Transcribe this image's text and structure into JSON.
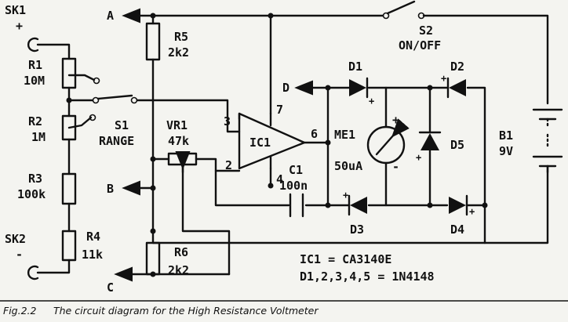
{
  "labels": {
    "sk1": "SK1",
    "sk1_plus": "+",
    "sk2": "SK2",
    "sk2_minus": "-",
    "r1_name": "R1",
    "r1_value": "10M",
    "r2_name": "R2",
    "r2_value": "1M",
    "r3_name": "R3",
    "r3_value": "100k",
    "r4_name": "R4",
    "r4_value": "11k",
    "s1_name": "S1",
    "s1_desc": "RANGE",
    "vr1_name": "VR1",
    "vr1_value": "47k",
    "r5_name": "R5",
    "r5_value": "2k2",
    "r6_name": "R6",
    "r6_value": "2k2",
    "ic1": "IC1",
    "pin2": "2",
    "pin3": "3",
    "pin4": "4",
    "pin6": "6",
    "pin7": "7",
    "c1_name": "C1",
    "c1_value": "100n",
    "me1_name": "ME1",
    "me1_value": "50uA",
    "me1_plus": "+",
    "me1_minus": "-",
    "d1": "D1",
    "d2": "D2",
    "d3": "D3",
    "d4": "D4",
    "d5": "D5",
    "s2_name": "S2",
    "s2_desc": "ON/OFF",
    "b1_name": "B1",
    "b1_value": "9V",
    "term_a": "A",
    "term_b": "B",
    "term_c": "C",
    "term_d": "D",
    "note_ic": "IC1 = CA3140E",
    "note_diodes": "D1,2,3,4,5 = 1N4148"
  },
  "caption": {
    "fig": "Fig.2.2",
    "text": "The circuit diagram for the High Resistance Voltmeter"
  }
}
